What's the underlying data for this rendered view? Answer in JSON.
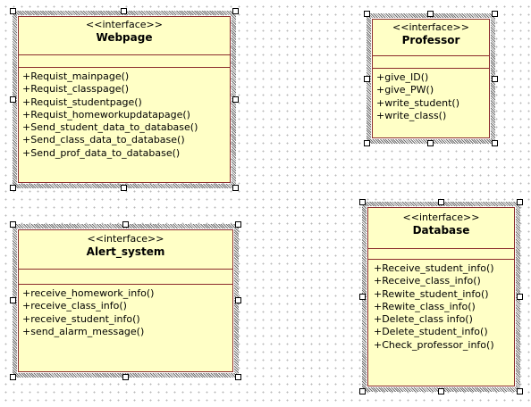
{
  "diagram": {
    "interfaces": [
      {
        "id": "webpage",
        "stereotype": "<<interface>>",
        "name": "Webpage",
        "operations": [
          "+Requist_mainpage()",
          "+Requist_classpage()",
          "+Requist_studentpage()",
          "+Requist_homeworkupdatapage()",
          "+Send_student_data_to_database()",
          "+Send_class_data_to_database()",
          "+Send_prof_data_to_database()"
        ]
      },
      {
        "id": "professor",
        "stereotype": "<<interface>>",
        "name": "Professor",
        "operations": [
          "+give_ID()",
          "+give_PW()",
          "+write_student()",
          "+write_class()"
        ]
      },
      {
        "id": "alert_system",
        "stereotype": "<<interface>>",
        "name": "Alert_system",
        "operations": [
          "+receive_homework_info()",
          "+receive_class_info()",
          "+receive_student_info()",
          "+send_alarm_message()"
        ]
      },
      {
        "id": "database",
        "stereotype": "<<interface>>",
        "name": "Database",
        "operations": [
          "+Receive_student_info()",
          "+Receive_class_info()",
          "+Rewite_student_info()",
          "+Rewite_class_info()",
          "+Delete_class info()",
          "+Delete_student_info()",
          "+Check_professor_info()"
        ]
      }
    ]
  }
}
